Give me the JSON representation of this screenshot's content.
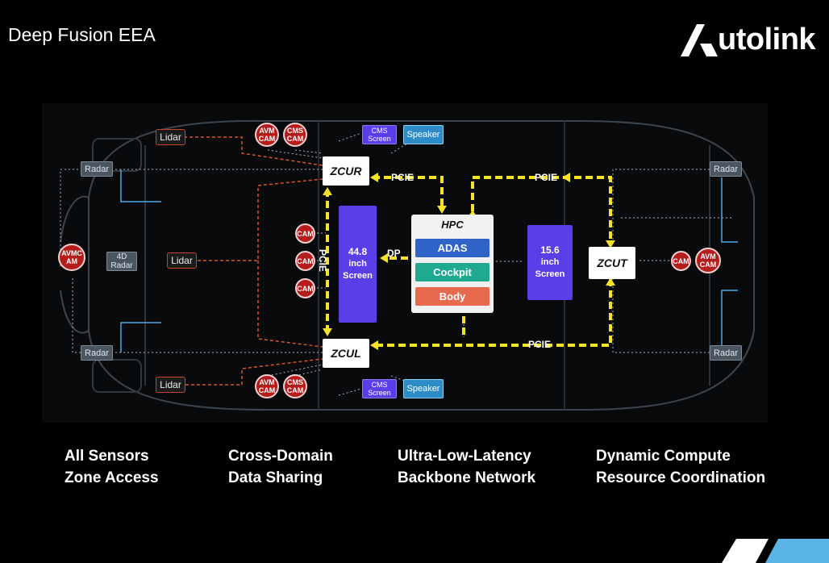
{
  "header": {
    "title": "Deep Fusion EEA",
    "logo_text": "utolink"
  },
  "sensors": {
    "radar": "Radar",
    "radar_4d": [
      "4D",
      "Radar"
    ],
    "lidar": "Lidar",
    "cam": "CAM",
    "avm_cam": [
      "AVM",
      "CAM"
    ],
    "cms_cam": [
      "CMS",
      "CAM"
    ],
    "avmc_am": [
      "AVMC",
      "AM"
    ]
  },
  "outputs": {
    "cms_screen": [
      "CMS",
      "Screen"
    ],
    "speaker": "Speaker"
  },
  "zones": {
    "zcur": "ZCUR",
    "zcul": "ZCUL",
    "zcut": "ZCUT"
  },
  "screens": {
    "left": [
      "44.8",
      "inch",
      "Screen"
    ],
    "right": [
      "15.6",
      "inch",
      "Screen"
    ]
  },
  "hpc": {
    "title": "HPC",
    "domains": [
      {
        "label": "ADAS",
        "color": "#2f63c8"
      },
      {
        "label": "Cockpit",
        "color": "#1fa98e"
      },
      {
        "label": "Body",
        "color": "#e8694d"
      }
    ]
  },
  "links": {
    "pcie": "PCIE",
    "dp": "DP"
  },
  "colors": {
    "backbone": "#f5e22a",
    "sensor_wire": "#d9532c",
    "accent_blue": "#4aa8e8"
  },
  "captions": [
    [
      "All Sensors",
      "Zone Access"
    ],
    [
      "Cross-Domain",
      "Data Sharing"
    ],
    [
      "Ultra-Low-Latency",
      "Backbone Network"
    ],
    [
      "Dynamic Compute",
      "Resource Coordination"
    ]
  ]
}
